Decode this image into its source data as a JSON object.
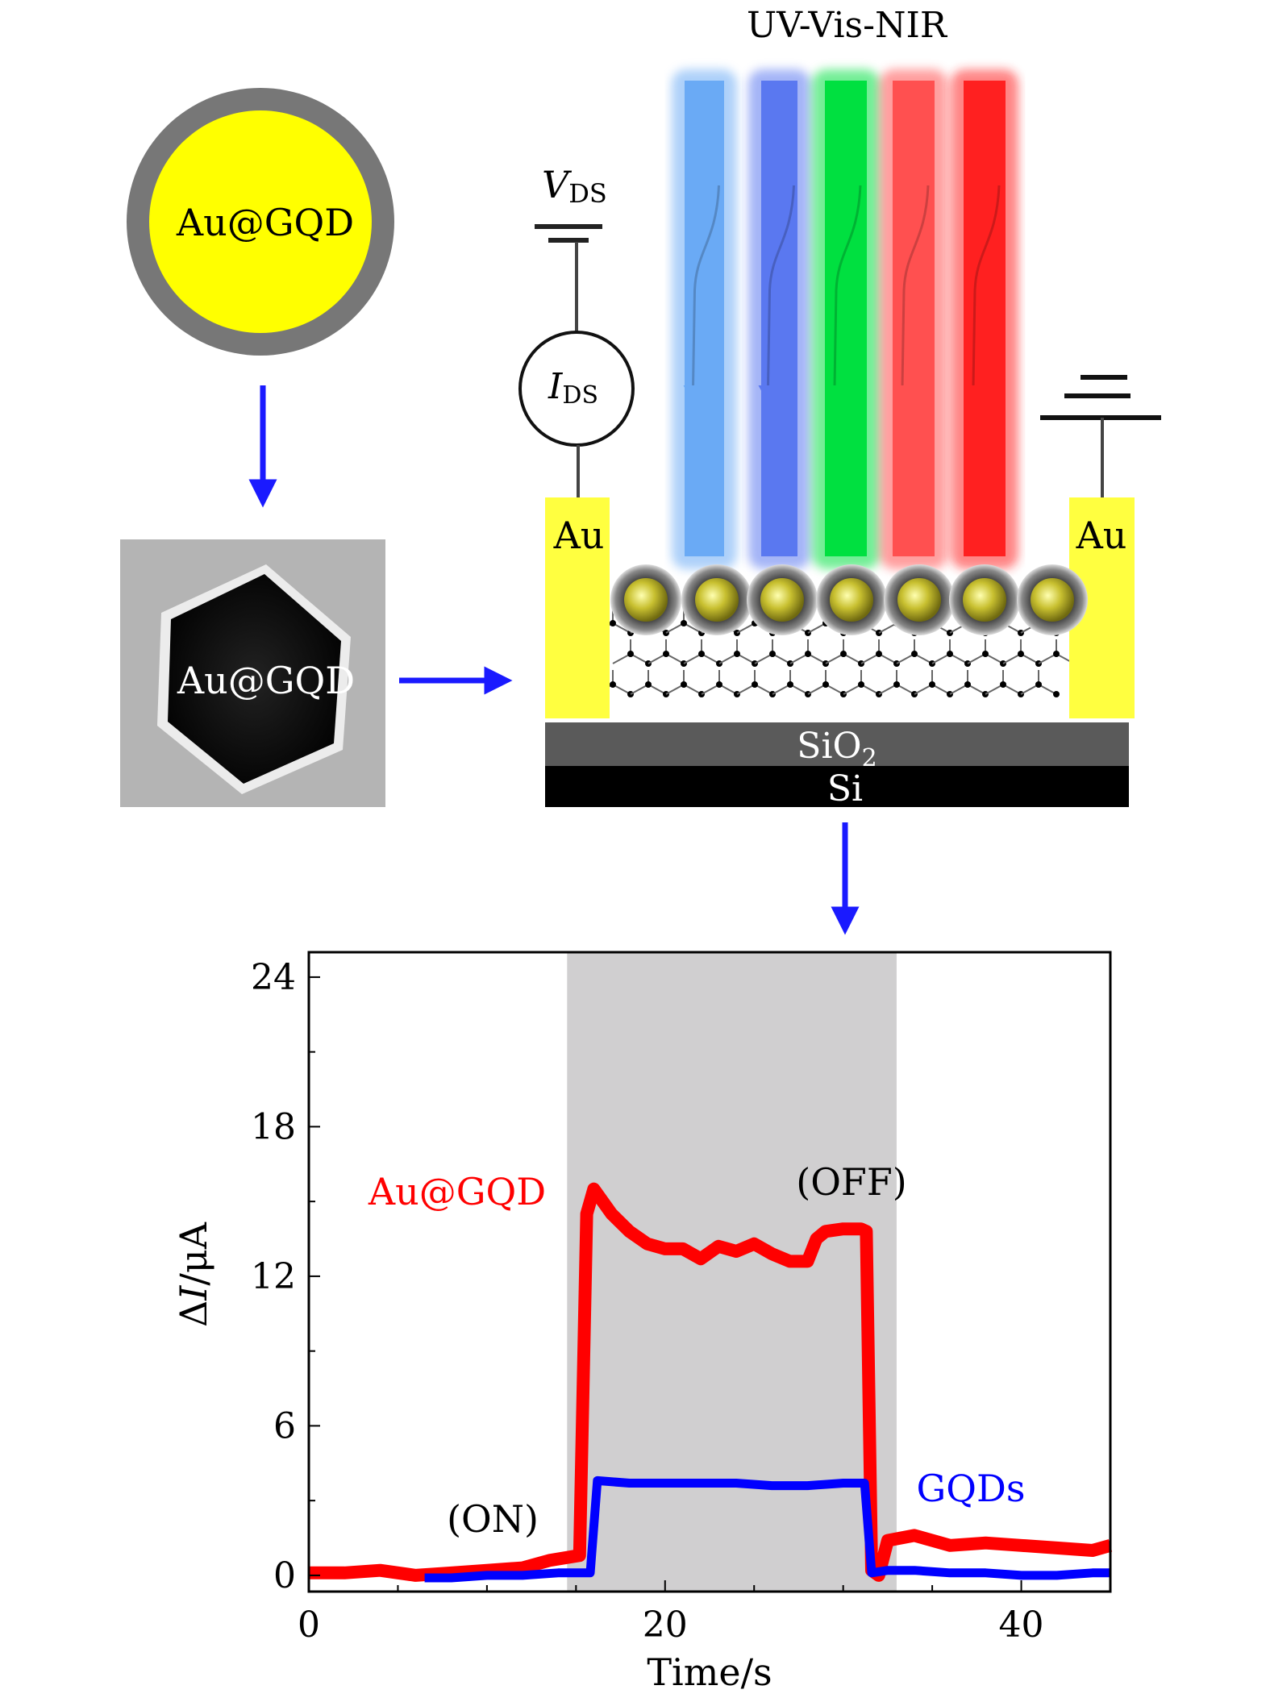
{
  "top_left": {
    "particle_label": "Au@GQD",
    "tem_label": "Au@GQD"
  },
  "device": {
    "light_label": "UV-Vis-NIR",
    "vds_main": "V",
    "vds_sub": "DS",
    "ids_main": "I",
    "ids_sub": "DS",
    "electrode_left": "Au",
    "electrode_right": "Au",
    "sio2_main": "SiO",
    "sio2_sub": "2",
    "si_label": "Si",
    "beam_colors": [
      "#6aaaf5",
      "#5a78f0",
      "#00e040",
      "#ff5050",
      "#ff2020"
    ]
  },
  "colors": {
    "arrow": "#1a1aff",
    "gold": "#ffff33",
    "red": "#ff0000",
    "blue": "#0000ff",
    "shade": "#d0cfd0"
  },
  "chart_data": {
    "type": "line",
    "xlabel": "Time/s",
    "ylabel_delta": "Δ",
    "ylabel_var": "I",
    "ylabel_unit": "/μA",
    "xlim": [
      0,
      45
    ],
    "ylim": [
      -0.65,
      25
    ],
    "xticks": [
      0,
      20,
      40
    ],
    "xtick_labels": [
      "0",
      "20",
      "40"
    ],
    "yticks": [
      0,
      6,
      12,
      18,
      24
    ],
    "ytick_labels": [
      "0",
      "6",
      "12",
      "18",
      "24"
    ],
    "shaded_region": [
      14.5,
      33
    ],
    "annotations": {
      "on": "(ON)",
      "off": "(OFF)"
    },
    "series": [
      {
        "name": "Au@GQD",
        "color": "#ff0000",
        "points": [
          [
            0,
            0.1
          ],
          [
            2,
            0.1
          ],
          [
            4,
            0.2
          ],
          [
            6,
            0
          ],
          [
            8,
            0.1
          ],
          [
            10,
            0.2
          ],
          [
            12,
            0.3
          ],
          [
            13.5,
            0.6
          ],
          [
            15.2,
            0.8
          ],
          [
            15.6,
            14.5
          ],
          [
            16,
            15.5
          ],
          [
            17,
            14.5
          ],
          [
            18,
            13.8
          ],
          [
            19,
            13.3
          ],
          [
            20,
            13.1
          ],
          [
            21,
            13.1
          ],
          [
            22,
            12.7
          ],
          [
            23,
            13.2
          ],
          [
            24,
            13.0
          ],
          [
            25,
            13.3
          ],
          [
            26,
            12.9
          ],
          [
            27,
            12.6
          ],
          [
            28,
            12.6
          ],
          [
            28.5,
            13.5
          ],
          [
            29,
            13.8
          ],
          [
            30,
            13.9
          ],
          [
            31,
            13.9
          ],
          [
            31.3,
            13.8
          ],
          [
            31.6,
            0.2
          ],
          [
            32,
            0
          ],
          [
            32.5,
            1.4
          ],
          [
            34,
            1.6
          ],
          [
            36,
            1.2
          ],
          [
            38,
            1.3
          ],
          [
            40,
            1.2
          ],
          [
            42,
            1.1
          ],
          [
            44,
            1.0
          ],
          [
            45,
            1.2
          ]
        ]
      },
      {
        "name": "GQDs",
        "color": "#0000ff",
        "points": [
          [
            6.5,
            -0.1
          ],
          [
            8,
            -0.1
          ],
          [
            10,
            0
          ],
          [
            12,
            0
          ],
          [
            14,
            0.1
          ],
          [
            15.8,
            0.1
          ],
          [
            16.2,
            3.8
          ],
          [
            18,
            3.7
          ],
          [
            20,
            3.7
          ],
          [
            22,
            3.7
          ],
          [
            24,
            3.7
          ],
          [
            26,
            3.6
          ],
          [
            28,
            3.6
          ],
          [
            30,
            3.7
          ],
          [
            31.2,
            3.7
          ],
          [
            31.6,
            0.1
          ],
          [
            32.5,
            0.2
          ],
          [
            34,
            0.2
          ],
          [
            36,
            0.1
          ],
          [
            38,
            0.1
          ],
          [
            40,
            0
          ],
          [
            42,
            0
          ],
          [
            44,
            0.1
          ],
          [
            45,
            0.1
          ]
        ]
      }
    ]
  }
}
